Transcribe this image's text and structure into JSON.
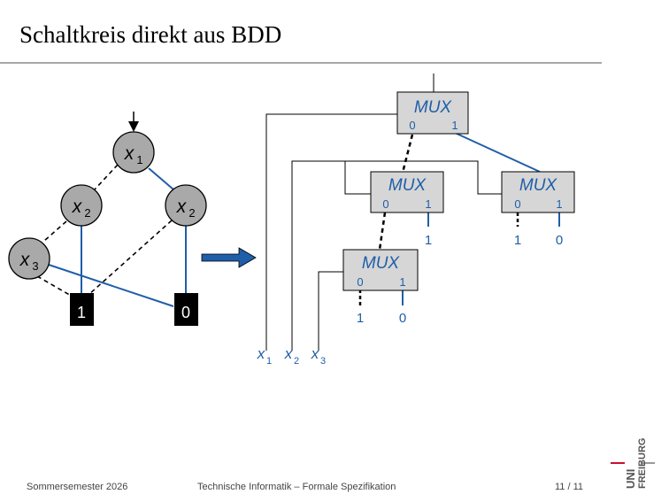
{
  "slide": {
    "title": "Schaltkreis direkt aus BDD"
  },
  "bdd": {
    "nodes": [
      {
        "var": "x",
        "index": "1"
      },
      {
        "var": "x",
        "index": "2"
      },
      {
        "var": "x",
        "index": "2"
      },
      {
        "var": "x",
        "index": "3"
      }
    ],
    "terminals": [
      "1",
      "0"
    ]
  },
  "circuit": {
    "mux_label": "MUX",
    "port_zero": "0",
    "port_one": "1",
    "constants": {
      "mux2_one": "1",
      "mux3_zero": "1",
      "mux3_one": "0",
      "mux4_zero": "1",
      "mux4_one": "0"
    },
    "inputs": [
      {
        "var": "x",
        "index": "1"
      },
      {
        "var": "x",
        "index": "2"
      },
      {
        "var": "x",
        "index": "3"
      }
    ]
  },
  "colors": {
    "accent_blue": "#1f5ea8",
    "node_fill": "#a9a9a9",
    "mux_fill": "#d6d6d6",
    "logo_red": "#c8102e"
  },
  "footer": {
    "left": "Sommersemester 2026",
    "center": "Technische Informatik – Formale Spezifikation",
    "page": "11 / 11"
  },
  "logo": {
    "line1": "UNI",
    "line2": "FREIBURG"
  }
}
